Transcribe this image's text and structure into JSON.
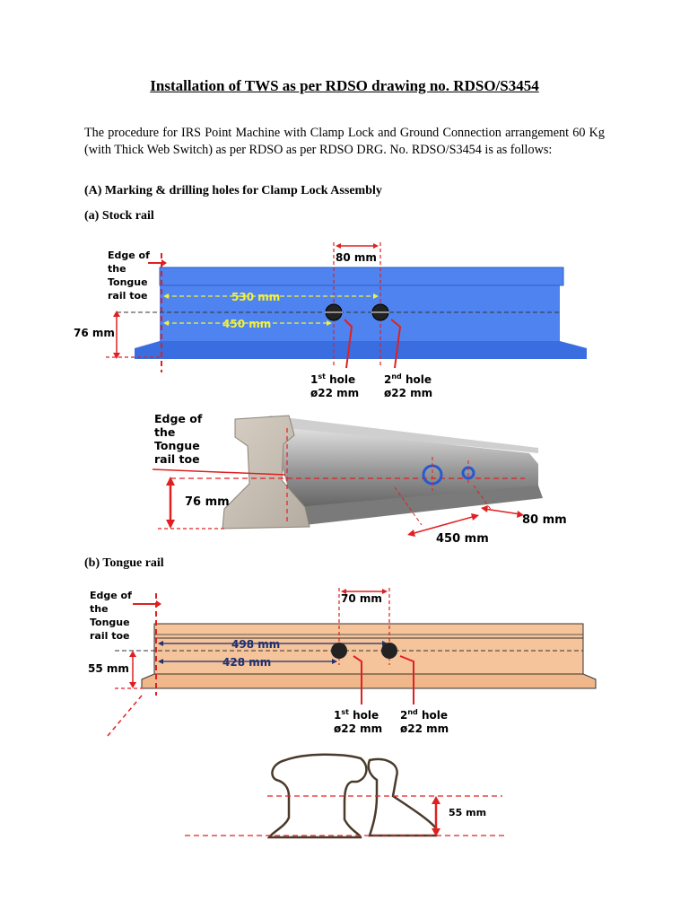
{
  "title": "Installation of TWS as per RDSO drawing no. RDSO/S3454",
  "intro": "The procedure for IRS Point Machine with Clamp Lock and Ground Connection arrangement 60 Kg (with Thick Web Switch) as per RDSO as per RDSO DRG. No. RDSO/S3454 is as follows:",
  "section_a": "(A) Marking & drilling holes for Clamp Lock Assembly",
  "sub_a": "(a) Stock rail",
  "sub_b": "(b) Tongue rail",
  "stock_rail": {
    "edge_label": [
      "Edge of",
      "the",
      "Tongue",
      "rail toe"
    ],
    "spacing": "80 mm",
    "dist_far": "530 mm",
    "dist_near": "450 mm",
    "height": "76 mm",
    "hole1_a": "1",
    "hole1_sup": "st",
    "hole1_b": " hole",
    "hole1_dia": "ø22 mm",
    "hole2_a": "2",
    "hole2_sup": "nd",
    "hole2_b": " hole",
    "hole2_dia": "ø22 mm",
    "color": "#4f83f0"
  },
  "stock_rail_3d": {
    "edge_label": [
      "Edge of",
      "the",
      "Tongue",
      "rail toe"
    ],
    "height": "76 mm",
    "spacing": "80 mm",
    "dist": "450 mm"
  },
  "tongue_rail": {
    "edge_label": [
      "Edge of",
      "the",
      "Tongue",
      "rail toe"
    ],
    "spacing": "70 mm",
    "dist_far": "498 mm",
    "dist_near": "428 mm",
    "height": "55 mm",
    "hole1_a": "1",
    "hole1_sup": "st",
    "hole1_b": " hole",
    "hole1_dia": "ø22 mm",
    "hole2_a": "2",
    "hole2_sup": "nd",
    "hole2_b": " hole",
    "hole2_dia": "ø22 mm",
    "color": "#f5c49b"
  },
  "tongue_profile": {
    "height": "55 mm"
  }
}
